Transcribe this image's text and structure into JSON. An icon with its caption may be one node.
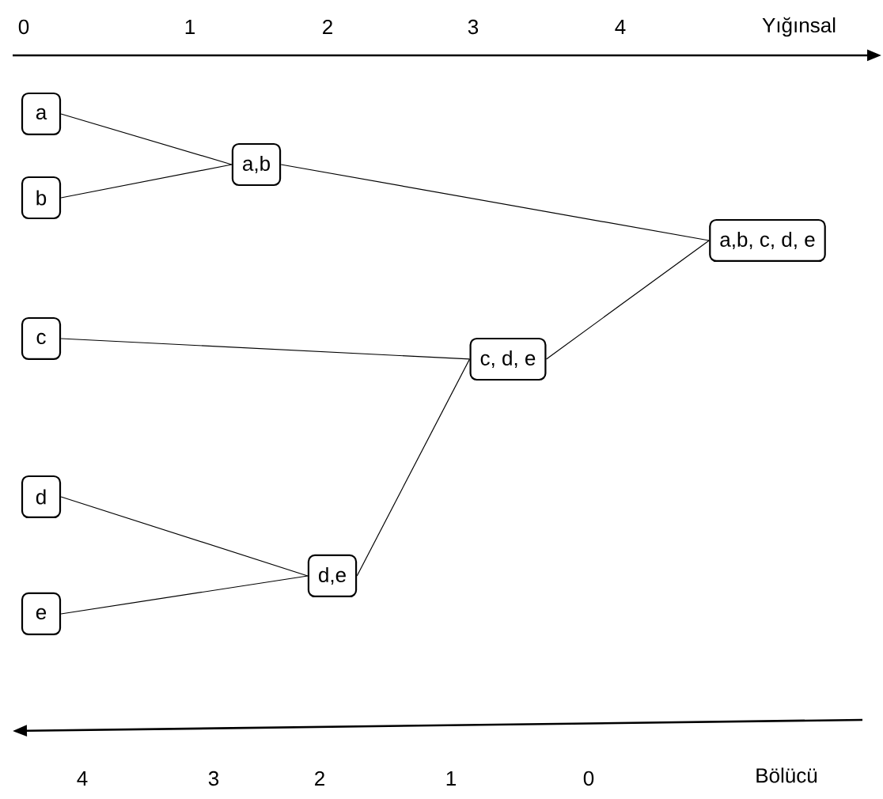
{
  "diagram": {
    "nodes": [
      {
        "text": [
          "a"
        ]
      },
      {
        "text": [
          "b"
        ]
      },
      {
        "text": [
          "c"
        ]
      },
      {
        "text": [
          "d"
        ]
      },
      {
        "text": [
          "e"
        ]
      },
      {
        "text": [
          "a,b"
        ]
      },
      {
        "text": [
          "d,e"
        ]
      },
      {
        "text": [
          "c, d, e"
        ]
      },
      {
        "text": [
          "a,b, c, d, e"
        ]
      }
    ],
    "edges": [
      {
        "from": 0,
        "to": 5,
        "arrow": "none"
      },
      {
        "from": 1,
        "to": 5,
        "arrow": "none"
      },
      {
        "from": 5,
        "to": 8,
        "arrow": "none"
      },
      {
        "from": 2,
        "to": 7,
        "arrow": "none"
      },
      {
        "from": 3,
        "to": 6,
        "arrow": "none"
      },
      {
        "from": 4,
        "to": 6,
        "arrow": "none"
      },
      {
        "from": 6,
        "to": 7,
        "arrow": "none"
      },
      {
        "from": 7,
        "to": 8,
        "arrow": "none"
      }
    ],
    "labels": [
      "0",
      "1",
      "2",
      "3",
      "4",
      "Yığınsal",
      "4",
      "3",
      "2",
      "1",
      "0",
      "Bölücü"
    ]
  }
}
